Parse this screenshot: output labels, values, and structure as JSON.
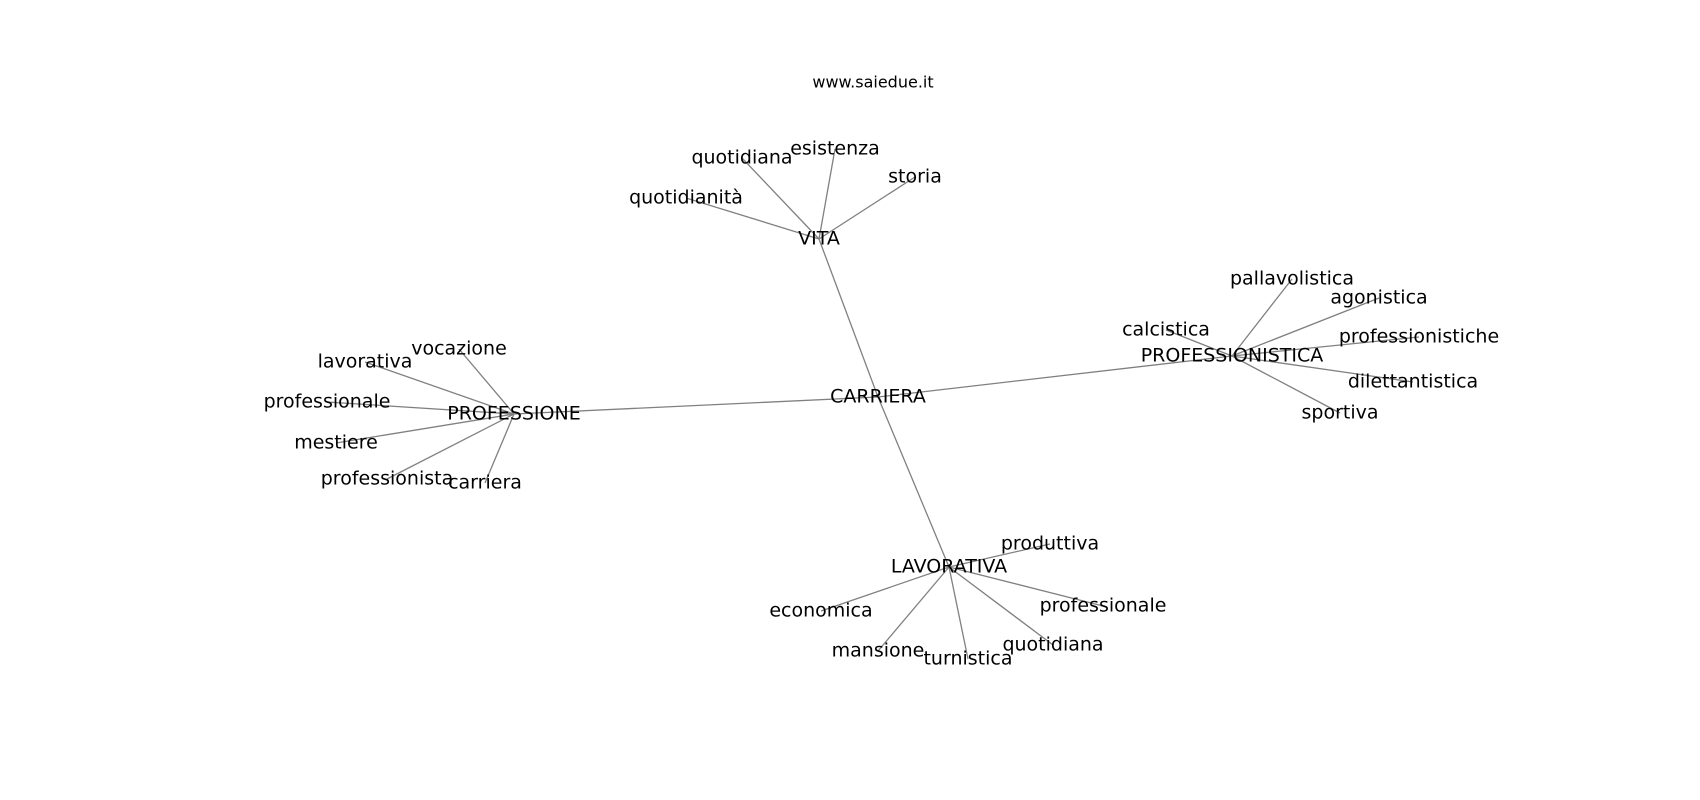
{
  "header": {
    "site": "www.saiedue.it"
  },
  "graph": {
    "edge_color": "#808080",
    "text_color": "#000000",
    "nodes": [
      {
        "id": "carriera_root",
        "label": "CARRIERA"
      },
      {
        "id": "vita",
        "label": "VITA"
      },
      {
        "id": "professione",
        "label": "PROFESSIONE"
      },
      {
        "id": "professionistica",
        "label": "PROFESSIONISTICA"
      },
      {
        "id": "lavorativa",
        "label": "LAVORATIVA"
      },
      {
        "id": "quotidiana_vita",
        "label": "quotidiana"
      },
      {
        "id": "esistenza",
        "label": "esistenza"
      },
      {
        "id": "storia",
        "label": "storia"
      },
      {
        "id": "quotidianita",
        "label": "quotidianità"
      },
      {
        "id": "vocazione",
        "label": "vocazione"
      },
      {
        "id": "lavorativa_prof",
        "label": "lavorativa"
      },
      {
        "id": "professionale_prof",
        "label": "professionale"
      },
      {
        "id": "mestiere",
        "label": "mestiere"
      },
      {
        "id": "professionista",
        "label": "professionista"
      },
      {
        "id": "carriera_leaf",
        "label": "carriera"
      },
      {
        "id": "pallavolistica",
        "label": "pallavolistica"
      },
      {
        "id": "agonistica",
        "label": "agonistica"
      },
      {
        "id": "calcistica",
        "label": "calcistica"
      },
      {
        "id": "professionistiche",
        "label": "professionistiche"
      },
      {
        "id": "dilettantistica",
        "label": "dilettantistica"
      },
      {
        "id": "sportiva",
        "label": "sportiva"
      },
      {
        "id": "produttiva",
        "label": "produttiva"
      },
      {
        "id": "economica",
        "label": "economica"
      },
      {
        "id": "professionale_lav",
        "label": "professionale"
      },
      {
        "id": "quotidiana_lav",
        "label": "quotidiana"
      },
      {
        "id": "mansione",
        "label": "mansione"
      },
      {
        "id": "turnistica",
        "label": "turnistica"
      }
    ],
    "edges": [
      [
        "carriera_root",
        "vita"
      ],
      [
        "carriera_root",
        "professione"
      ],
      [
        "carriera_root",
        "professionistica"
      ],
      [
        "carriera_root",
        "lavorativa"
      ],
      [
        "vita",
        "quotidiana_vita"
      ],
      [
        "vita",
        "esistenza"
      ],
      [
        "vita",
        "storia"
      ],
      [
        "vita",
        "quotidianita"
      ],
      [
        "professione",
        "vocazione"
      ],
      [
        "professione",
        "lavorativa_prof"
      ],
      [
        "professione",
        "professionale_prof"
      ],
      [
        "professione",
        "mestiere"
      ],
      [
        "professione",
        "professionista"
      ],
      [
        "professione",
        "carriera_leaf"
      ],
      [
        "professionistica",
        "pallavolistica"
      ],
      [
        "professionistica",
        "agonistica"
      ],
      [
        "professionistica",
        "calcistica"
      ],
      [
        "professionistica",
        "professionistiche"
      ],
      [
        "professionistica",
        "dilettantistica"
      ],
      [
        "professionistica",
        "sportiva"
      ],
      [
        "lavorativa",
        "produttiva"
      ],
      [
        "lavorativa",
        "economica"
      ],
      [
        "lavorativa",
        "professionale_lav"
      ],
      [
        "lavorativa",
        "quotidiana_lav"
      ],
      [
        "lavorativa",
        "mansione"
      ],
      [
        "lavorativa",
        "turnistica"
      ]
    ]
  }
}
